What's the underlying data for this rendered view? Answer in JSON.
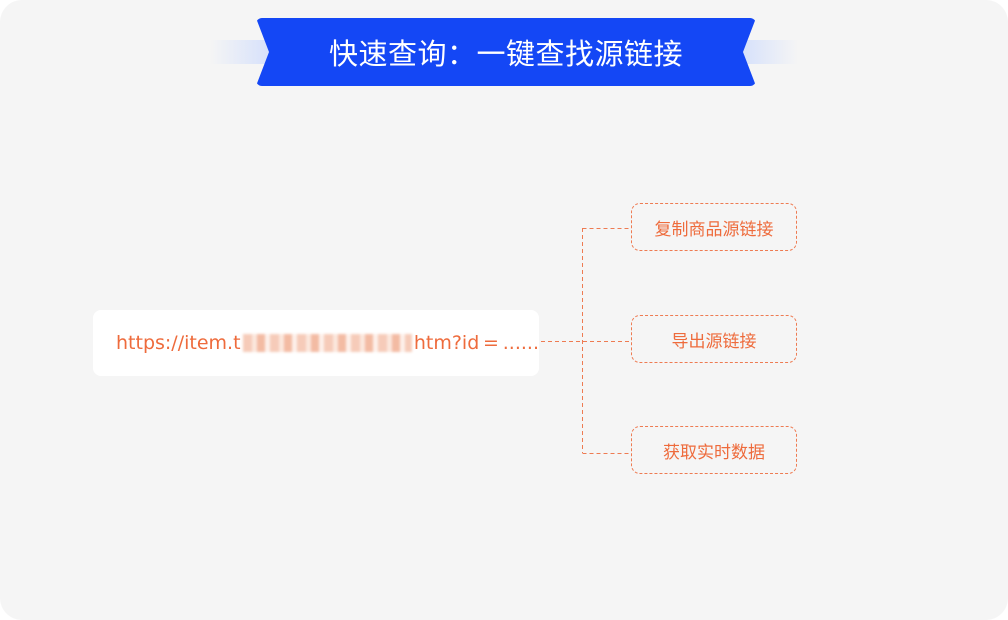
{
  "title": "快速查询：一键查找源链接",
  "url": {
    "prefix": "https://item.t",
    "suffix": "htm?id = ......"
  },
  "options": [
    {
      "label": "复制商品源链接"
    },
    {
      "label": "导出源链接"
    },
    {
      "label": "获取实时数据"
    }
  ],
  "colors": {
    "accent_blue": "#1447f5",
    "accent_orange": "#ee6b3c",
    "background": "#f5f5f5"
  }
}
